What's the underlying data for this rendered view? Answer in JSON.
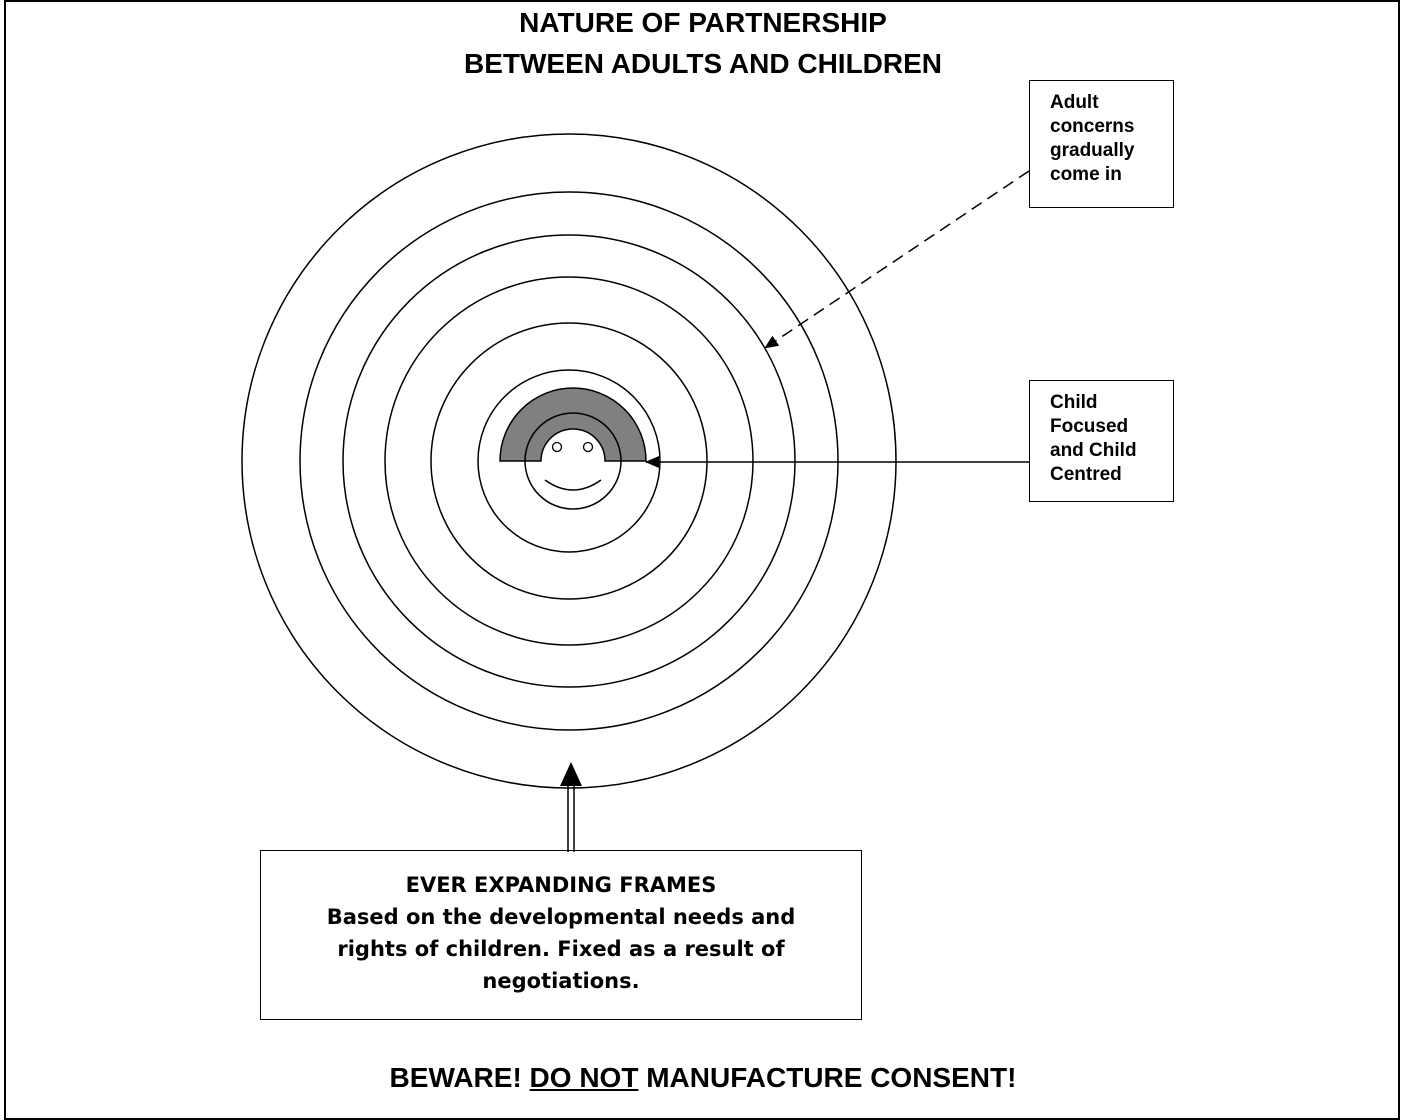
{
  "title": {
    "line1": "NATURE OF PARTNERSHIP",
    "line2": "BETWEEN ADULTS AND CHILDREN"
  },
  "callouts": {
    "adult_concerns": [
      "Adult",
      "concerns",
      "gradually",
      "come in"
    ],
    "child_focused": [
      "Child",
      "Focused",
      "and Child",
      "Centred"
    ]
  },
  "frames_box": {
    "heading": "EVER EXPANDING FRAMES",
    "lines": [
      "Based on the developmental needs and",
      "rights of children. Fixed as a result of",
      "negotiations."
    ]
  },
  "warning": {
    "before": "BEWARE! ",
    "underlined": "DO NOT",
    "after": " MANUFACTURE CONSENT!"
  },
  "colors": {
    "stroke": "#000000",
    "arc_fill": "#808080",
    "background": "#ffffff"
  }
}
